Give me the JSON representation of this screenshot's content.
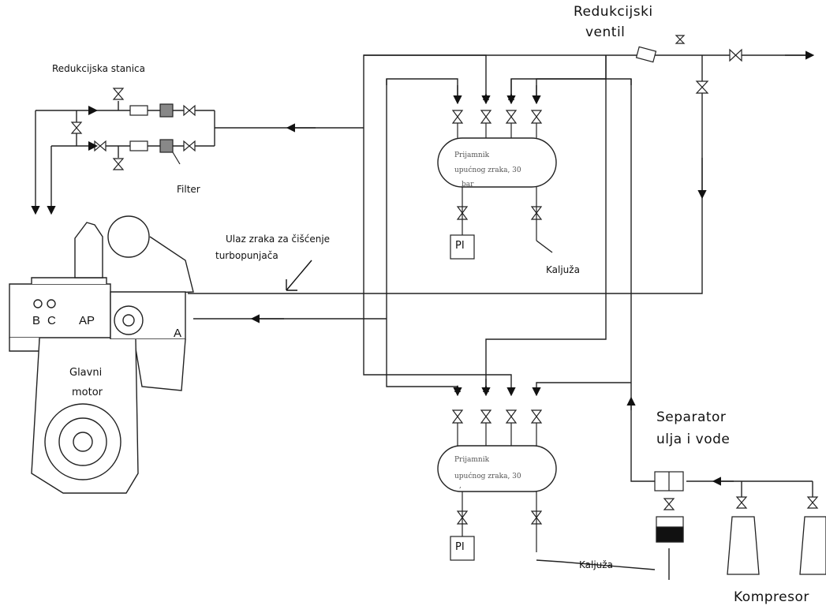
{
  "labels": {
    "reduction_valve": [
      "Redukcijski",
      "ventil"
    ],
    "reduction_station": "Redukcijska stanica",
    "filter": "Filter",
    "cleaning_inlet": [
      "Ulaz zraka za čišćenje",
      "turbopunjača"
    ],
    "bilge_top": "Kaljuža",
    "bilge_bottom": "Kaljuža",
    "separator": [
      "Separator",
      "ulja i vode"
    ],
    "compressor": "Kompresor",
    "engine": [
      "Glavni",
      "motor"
    ],
    "engine_ports": {
      "b": "B",
      "c": "C",
      "ap": "AP",
      "a": "A"
    },
    "gauge_top": "PI",
    "gauge_bottom": "PI",
    "tank_top": [
      "Prijamnik",
      "upućnog zraka, 30",
      "bar"
    ],
    "tank_bottom": [
      "Prijamnik",
      "upućnog zraka, 30",
      ","
    ]
  }
}
